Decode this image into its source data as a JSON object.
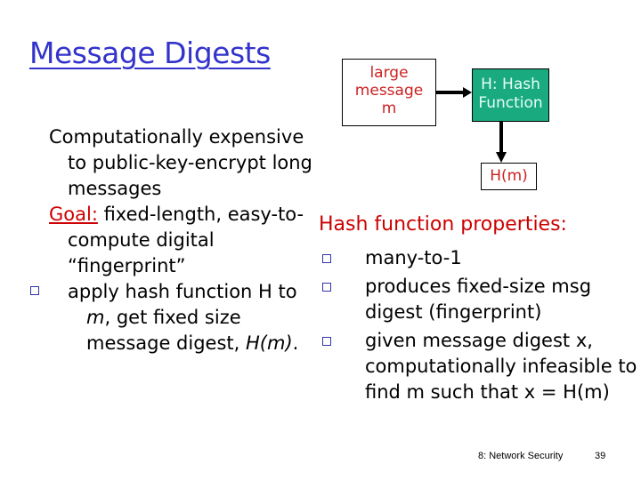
{
  "slide": {
    "title": "Message Digests",
    "left": {
      "para1": "Computationally expensive to public-key-encrypt long messages",
      "goal_label": "Goal:",
      "goal_text": " fixed-length, easy-to-compute digital “fingerprint”",
      "bullet_pre": "apply hash function H to ",
      "bullet_m": "m",
      "bullet_mid": ", get fixed size message digest, ",
      "bullet_hm": "H(m)",
      "bullet_end": "."
    },
    "diagram": {
      "message_box": [
        "large",
        "message",
        "m"
      ],
      "hash_box": [
        "H: Hash",
        "Function"
      ],
      "output_box": "H(m)"
    },
    "properties": {
      "title": "Hash function properties:",
      "items": [
        "many-to-1",
        "produces fixed-size msg digest (fingerprint)",
        "given message digest x, computationally infeasible to find m such that x = H(m)"
      ]
    },
    "footer": {
      "label": "8: Network Security",
      "page": "39"
    }
  }
}
